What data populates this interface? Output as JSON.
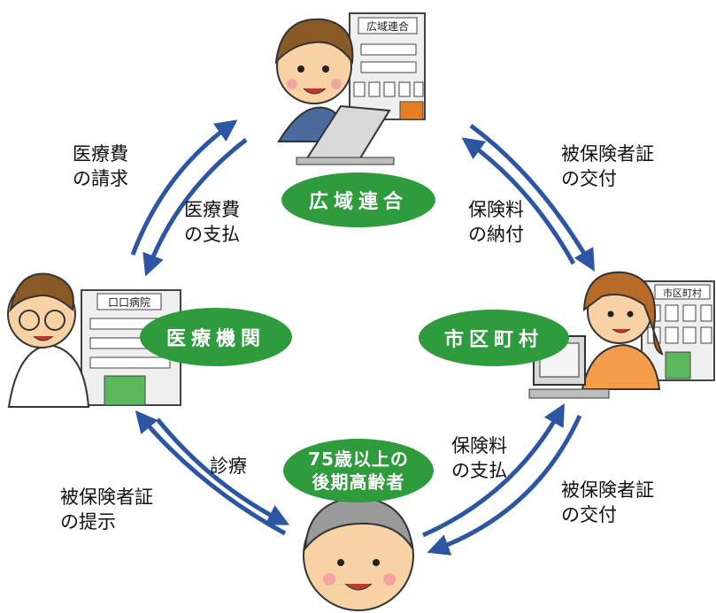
{
  "nodes": {
    "koiki": "広域連合",
    "iryo": "医療機関",
    "shicho": "市区町村",
    "elder_line1": "75歳以上の",
    "elder_line2": "後期高齢者"
  },
  "signs": {
    "koiki_sign": "広域連合",
    "hospital_sign": "口口病院",
    "shicho_sign": "市区町村"
  },
  "labels": {
    "medical_claim": [
      "医療費",
      "の請求"
    ],
    "medical_payment": [
      "医療費",
      "の支払"
    ],
    "card_issue_top": [
      "被保険者証",
      "の交付"
    ],
    "premium_payment": [
      "保険料",
      "の納付"
    ],
    "card_present": [
      "被保険者証",
      "の提示"
    ],
    "treatment": "診療",
    "premium_pay_elder": [
      "保険料",
      "の支払"
    ],
    "card_issue_bottom": [
      "被保険者証",
      "の交付"
    ]
  },
  "colors": {
    "node_green": "#2e9b3c",
    "arrow_blue": "#2c55a4"
  }
}
